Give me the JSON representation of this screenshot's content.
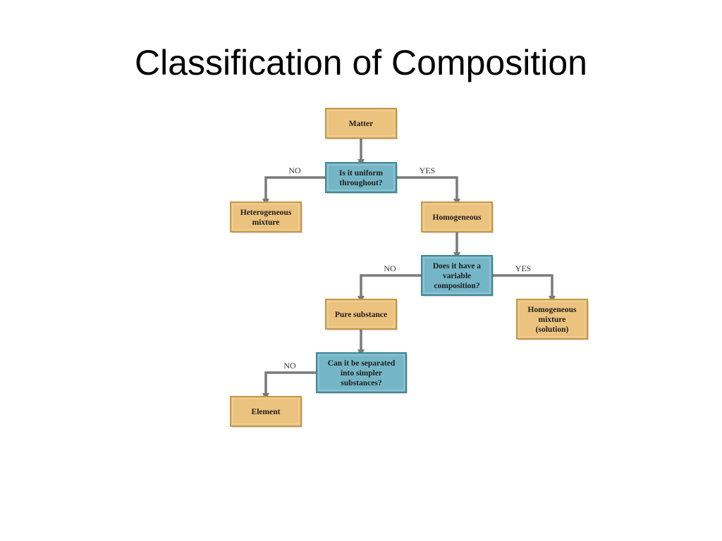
{
  "slide": {
    "title": "Classification of Composition"
  },
  "colors": {
    "result_fill": "#ebc27e",
    "result_border": "#c79a45",
    "question_fill": "#74b6c6",
    "question_border": "#3e8798",
    "arrow": "#7a7a7a"
  },
  "nodes": {
    "matter": {
      "lines": [
        "Matter"
      ]
    },
    "uniform": {
      "lines": [
        "Is it uniform",
        "throughout?"
      ]
    },
    "heterogeneous": {
      "lines": [
        "Heterogeneous",
        "mixture"
      ]
    },
    "homogeneous": {
      "lines": [
        "Homogeneous"
      ]
    },
    "variable": {
      "lines": [
        "Does it have a",
        "variable",
        "composition?"
      ]
    },
    "pure": {
      "lines": [
        "Pure substance"
      ]
    },
    "solution": {
      "lines": [
        "Homogeneous",
        "mixture",
        "(solution)"
      ]
    },
    "separated": {
      "lines": [
        "Can it be separated",
        "into simpler",
        "substances?"
      ]
    },
    "element": {
      "lines": [
        "Element"
      ]
    }
  },
  "edge_labels": {
    "uniform_no": "NO",
    "uniform_yes": "YES",
    "variable_no": "NO",
    "variable_yes": "YES",
    "separated_no": "NO"
  }
}
